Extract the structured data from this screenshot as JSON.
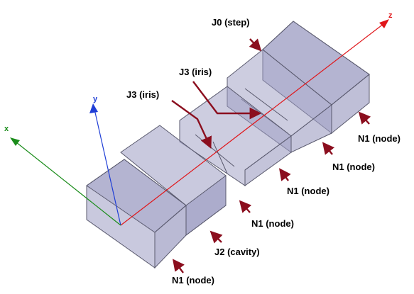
{
  "axes": {
    "x": {
      "label": "x",
      "color": "#1a8c1a"
    },
    "y": {
      "label": "y",
      "color": "#1f3ed6"
    },
    "z": {
      "label": "z",
      "color": "#e0161a"
    }
  },
  "labels": {
    "j0_step": "J0 (step)",
    "j3_iris_upper": "J3 (iris)",
    "j3_iris_lower": "J3 (iris)",
    "n1_node_1": "N1 (node)",
    "n1_node_2": "N1 (node)",
    "n1_node_3": "N1 (node)",
    "n1_node_4": "N1 (node)",
    "n1_node_5": "N1 (node)",
    "j2_cavity": "J2 (cavity)"
  },
  "colors": {
    "solid_fill": "#9c9cc2",
    "solid_edge": "#5a5a6e",
    "arrow": "#8b0e1e"
  }
}
